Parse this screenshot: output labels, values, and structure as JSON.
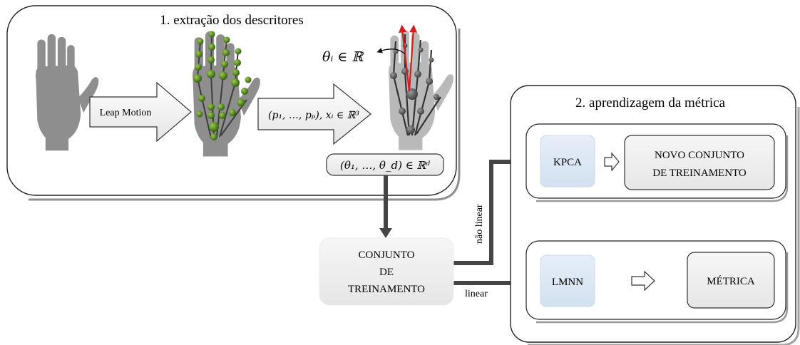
{
  "panel1": {
    "title": "1. extração dos descritores",
    "leap_motion_label": "Leap Motion",
    "points_label": "(p₁, …, pₚ), xᵢ ∈ ℝ³",
    "theta_label": "θᵢ ∈ ℝ",
    "descriptor_label": "(θ₁, …, θ_d) ∈ ℝᵈ"
  },
  "training_set": {
    "line1": "CONJUNTO",
    "line2": "DE",
    "line3": "TREINAMENTO"
  },
  "edges": {
    "nonlinear_label": "não linear",
    "linear_label": "linear"
  },
  "panel2": {
    "title": "2. aprendizagem da métrica",
    "kpca_label": "KPCA",
    "new_set_line1": "NOVO CONJUNTO",
    "new_set_line2": "DE TREINAMENTO",
    "lmnn_label": "LMNN",
    "metric_label": "MÉTRICA"
  },
  "colors": {
    "arrow": "#454545",
    "blue_box": "#d9e6f3",
    "gray_box": "#ededed",
    "joint": "#4f7d1f",
    "angle_line": "#d21e1e"
  },
  "icons": [
    "hand-image",
    "hand-joints-image",
    "hand-angles-image",
    "outline-arrow-icon"
  ]
}
